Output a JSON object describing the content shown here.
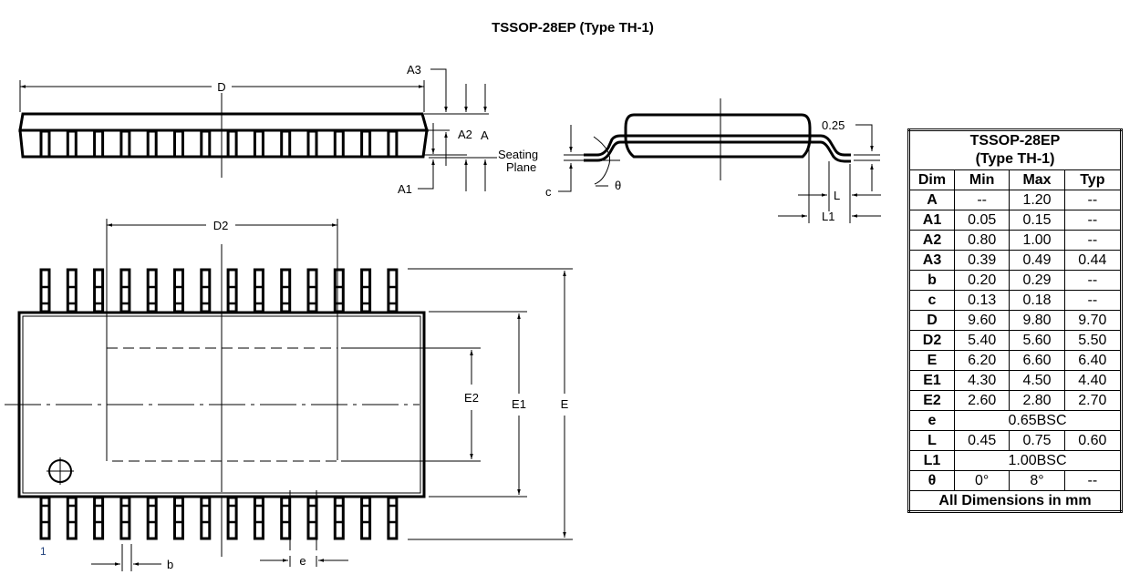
{
  "title": "TSSOP-28EP (Type TH-1)",
  "side_view": {
    "labels": {
      "D": "D",
      "A3": "A3",
      "A2": "A2",
      "A": "A",
      "A1": "A1",
      "seating_line1": "Seating",
      "seating_line2": "Plane"
    },
    "pin_count_visible": 14
  },
  "end_view": {
    "labels": {
      "c": "c",
      "theta": "θ",
      "gauge": "0.25",
      "L": "L",
      "L1": "L1"
    }
  },
  "top_view": {
    "labels": {
      "D2": "D2",
      "E2": "E2",
      "E1": "E1",
      "E": "E",
      "pin1": "1",
      "b": "b",
      "e": "e"
    },
    "pins_per_side": 14
  },
  "table": {
    "caption_line1": "TSSOP-28EP",
    "caption_line2": "(Type TH-1)",
    "headers": [
      "Dim",
      "Min",
      "Max",
      "Typ"
    ],
    "rows": [
      {
        "dim": "A",
        "min": "--",
        "max": "1.20",
        "typ": "--"
      },
      {
        "dim": "A1",
        "min": "0.05",
        "max": "0.15",
        "typ": "--"
      },
      {
        "dim": "A2",
        "min": "0.80",
        "max": "1.00",
        "typ": "--"
      },
      {
        "dim": "A3",
        "min": "0.39",
        "max": "0.49",
        "typ": "0.44"
      },
      {
        "dim": "b",
        "min": "0.20",
        "max": "0.29",
        "typ": "--"
      },
      {
        "dim": "c",
        "min": "0.13",
        "max": "0.18",
        "typ": "--"
      },
      {
        "dim": "D",
        "min": "9.60",
        "max": "9.80",
        "typ": "9.70"
      },
      {
        "dim": "D2",
        "min": "5.40",
        "max": "5.60",
        "typ": "5.50"
      },
      {
        "dim": "E",
        "min": "6.20",
        "max": "6.60",
        "typ": "6.40"
      },
      {
        "dim": "E1",
        "min": "4.30",
        "max": "4.50",
        "typ": "4.40"
      },
      {
        "dim": "E2",
        "min": "2.60",
        "max": "2.80",
        "typ": "2.70"
      },
      {
        "dim": "e",
        "span": "0.65BSC"
      },
      {
        "dim": "L",
        "min": "0.45",
        "max": "0.75",
        "typ": "0.60"
      },
      {
        "dim": "L1",
        "span": "1.00BSC"
      },
      {
        "dim": "θ",
        "min": "0°",
        "max": "8°",
        "typ": "--"
      }
    ],
    "footer": "All Dimensions in mm"
  }
}
